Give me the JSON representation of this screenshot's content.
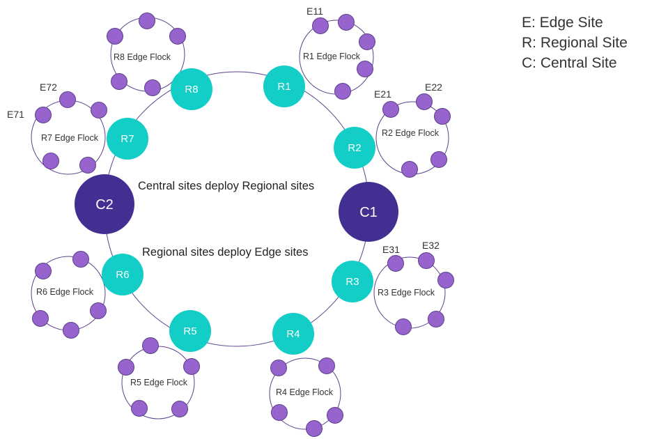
{
  "colors": {
    "regional": "#13cec6",
    "central": "#432f91",
    "edge": "#9664cc",
    "ring": "#5b3f8c"
  },
  "legend": {
    "edge": "E: Edge Site",
    "regional": "R: Regional Site",
    "central": "C: Central Site"
  },
  "captions": {
    "central_deploy": "Central sites deploy Regional sites",
    "regional_deploy": "Regional sites deploy Edge sites"
  },
  "central_sites": [
    {
      "id": "c1",
      "label": "C1"
    },
    {
      "id": "c2",
      "label": "C2"
    }
  ],
  "regional_sites": [
    {
      "id": "r1",
      "label": "R1"
    },
    {
      "id": "r2",
      "label": "R2"
    },
    {
      "id": "r3",
      "label": "R3"
    },
    {
      "id": "r4",
      "label": "R4"
    },
    {
      "id": "r5",
      "label": "R5"
    },
    {
      "id": "r6",
      "label": "R6"
    },
    {
      "id": "r7",
      "label": "R7"
    },
    {
      "id": "r8",
      "label": "R8"
    }
  ],
  "edge_flocks": [
    {
      "id": "r1",
      "label": "R1 Edge Flock"
    },
    {
      "id": "r2",
      "label": "R2 Edge Flock"
    },
    {
      "id": "r3",
      "label": "R3 Edge Flock"
    },
    {
      "id": "r4",
      "label": "R4 Edge Flock"
    },
    {
      "id": "r5",
      "label": "R5 Edge Flock"
    },
    {
      "id": "r6",
      "label": "R6 Edge Flock"
    },
    {
      "id": "r7",
      "label": "R7 Edge Flock"
    },
    {
      "id": "r8",
      "label": "R8 Edge Flock"
    }
  ],
  "edge_labels": {
    "e11": "E11",
    "e21": "E21",
    "e22": "E22",
    "e31": "E31",
    "e32": "E32",
    "e71": "E71",
    "e72": "E72"
  }
}
